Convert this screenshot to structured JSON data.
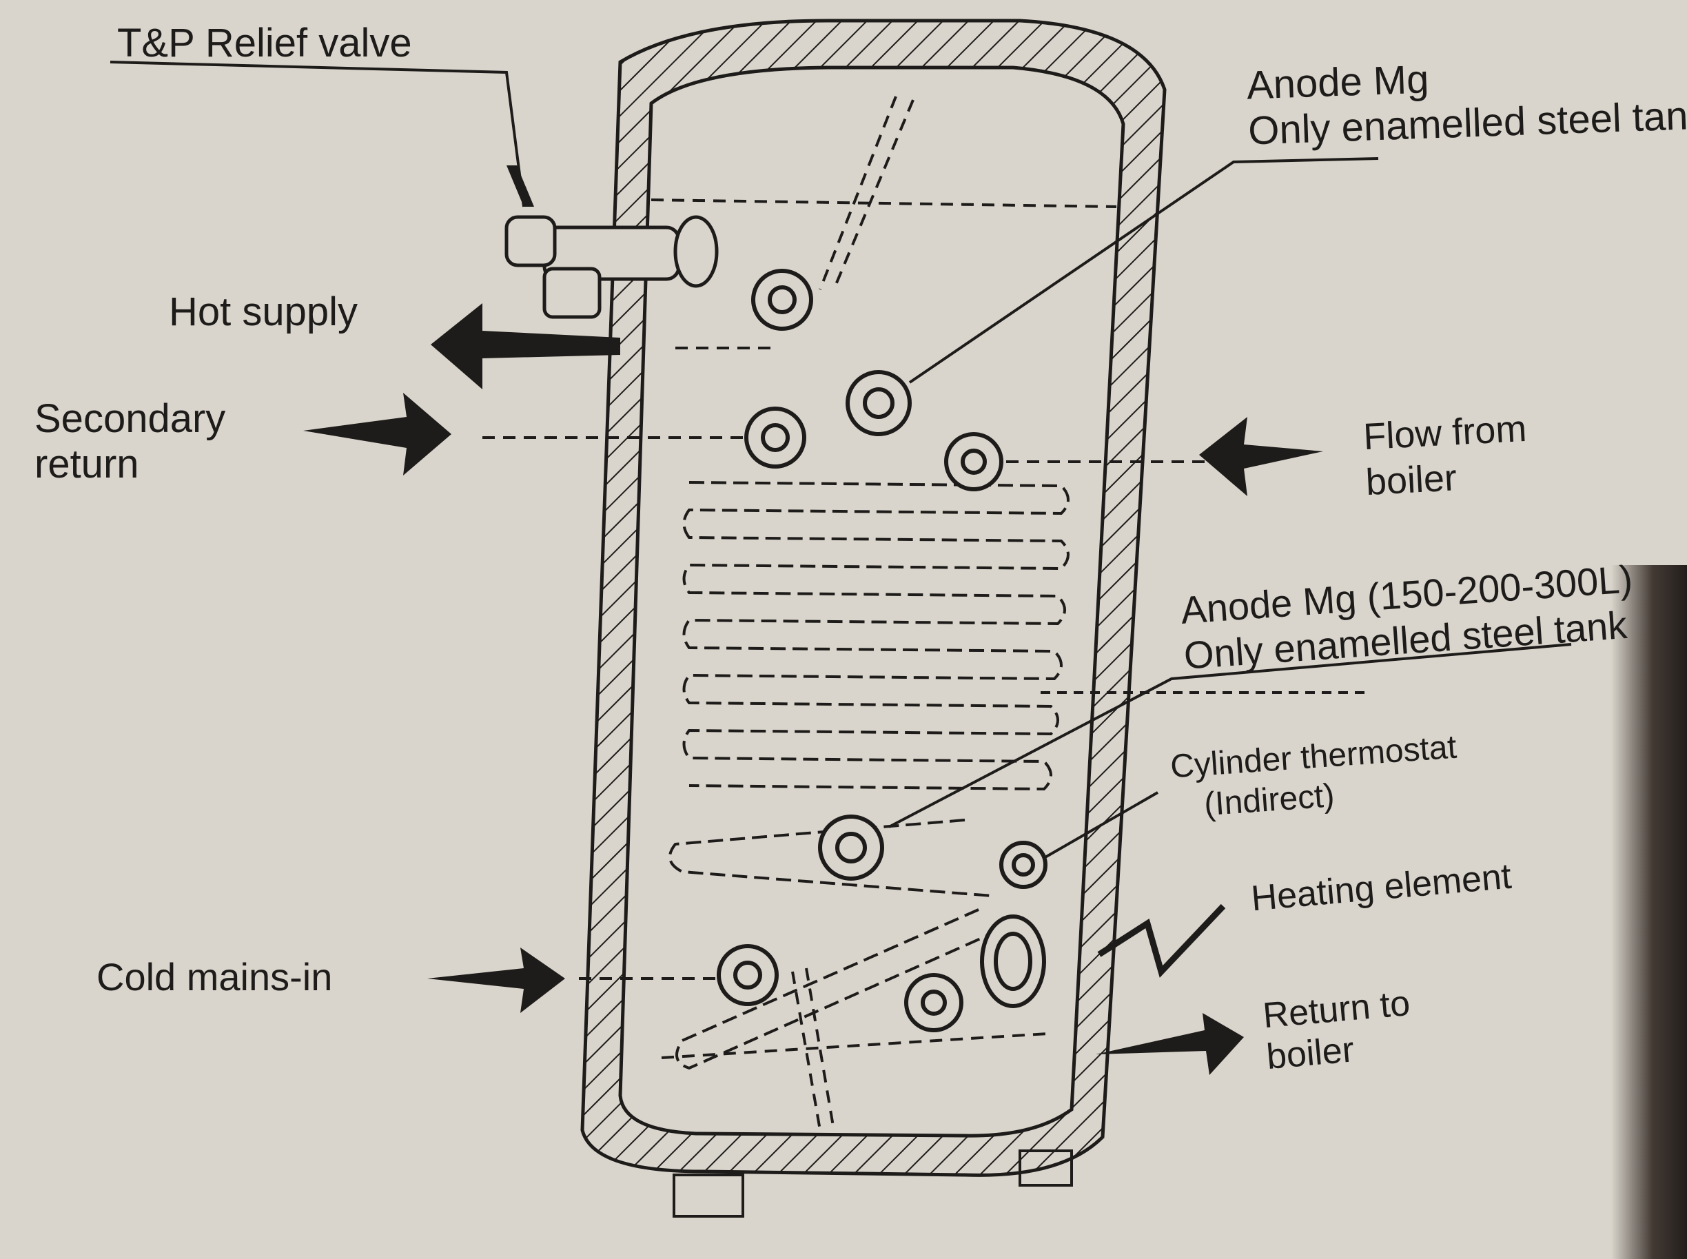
{
  "labels": {
    "tp_relief_valve": "T&P Relief valve",
    "hot_supply": "Hot supply",
    "secondary_return": [
      "Secondary",
      "return"
    ],
    "flow_from_boiler": [
      "Flow from",
      "boiler"
    ],
    "anode_top": [
      "Anode Mg",
      "Only enamelled steel tank"
    ],
    "anode_lower": [
      "Anode Mg (150-200-300L)",
      "Only enamelled steel tank"
    ],
    "cylinder_thermostat": [
      "Cylinder thermostat",
      "(Indirect)"
    ],
    "heating_element": "Heating element",
    "cold_mains_in": "Cold mains-in",
    "return_to_boiler": [
      "Return to",
      "boiler"
    ]
  },
  "colors": {
    "background": "#d9d5cc",
    "ink": "#1e1c1a"
  }
}
